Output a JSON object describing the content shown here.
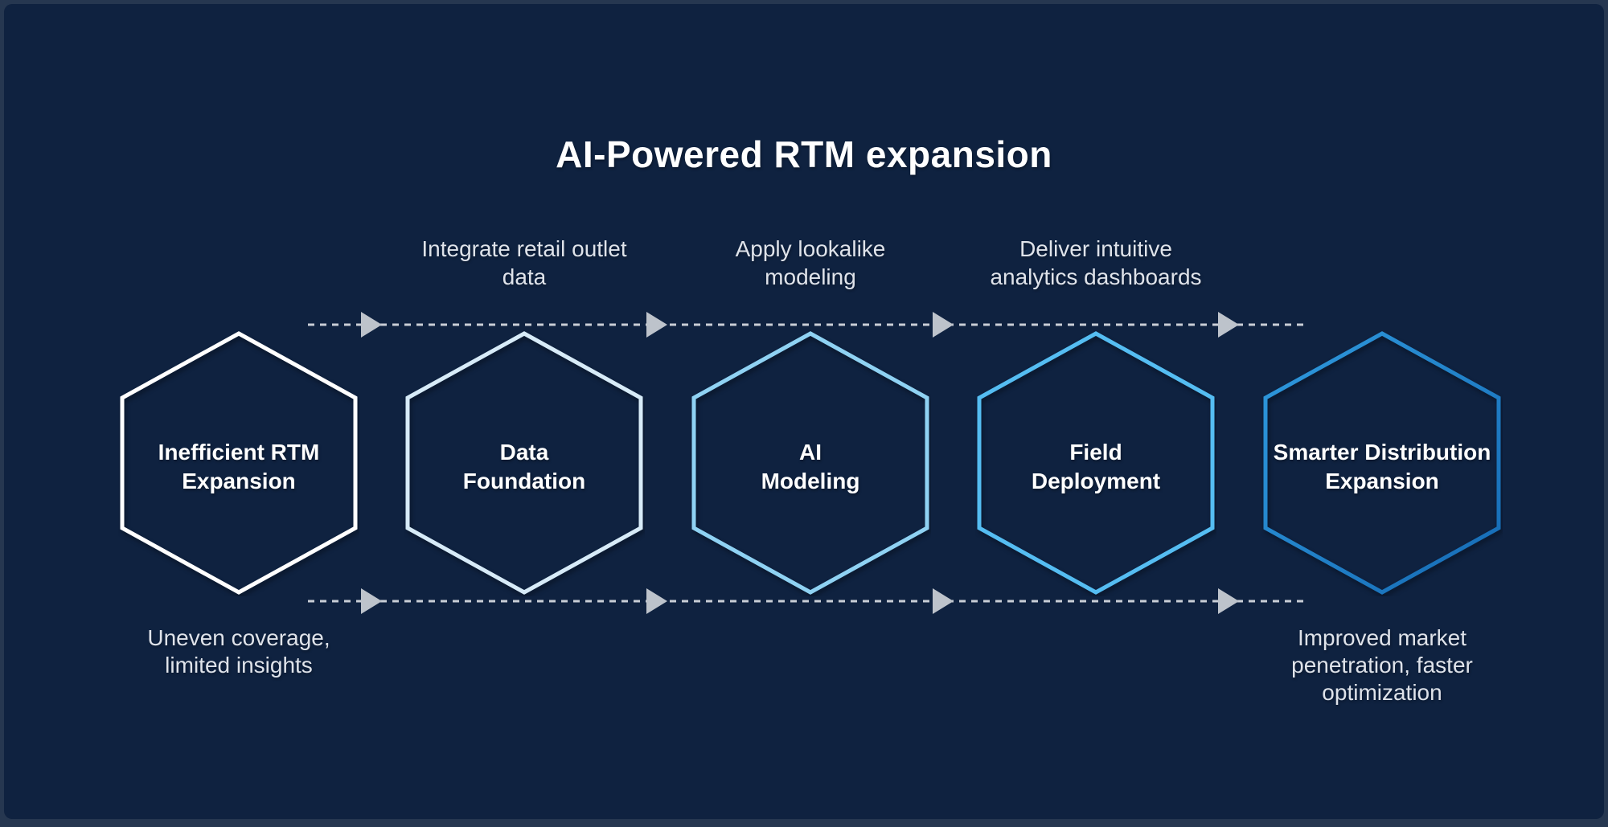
{
  "title": "AI-Powered RTM expansion",
  "colors": {
    "canvas_bg": "#263750",
    "slide_bg": "#0f2240",
    "title_text": "#ffffff",
    "stage_text": "#ffffff",
    "label_text": "#dfe3ea",
    "connector_line": "#c9ced6",
    "connector_arrow": "#bdc3cb"
  },
  "stages": [
    {
      "name": "Inefficient RTM\nExpansion",
      "border_color": "#ffffff"
    },
    {
      "name": "Data\nFoundation",
      "border_color": "#d7ebf8",
      "step_label": "Integrate retail outlet\ndata"
    },
    {
      "name": "AI\nModeling",
      "border_color": "#8fd2f3",
      "step_label": "Apply lookalike\nmodeling"
    },
    {
      "name": "Field\nDeployment",
      "border_color": "#55bdf2",
      "step_label": "Deliver intuitive\nanalytics dashboards"
    },
    {
      "name": "Smarter Distribution\nExpansion",
      "border_color_start": "#2f9ade",
      "border_color_end": "#156ab4"
    }
  ],
  "annotations": {
    "start_note": "Uneven coverage,\nlimited insights",
    "end_note": "Improved market\npenetration, faster\noptimization"
  }
}
